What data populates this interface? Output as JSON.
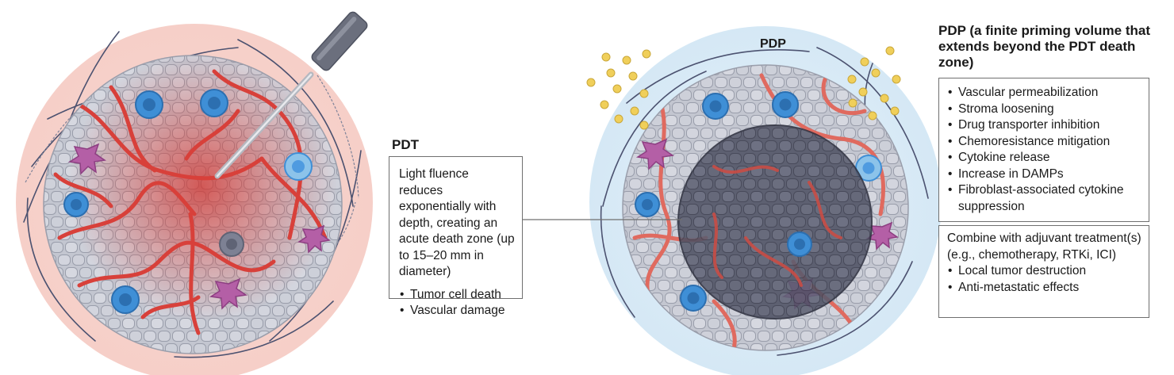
{
  "colors": {
    "tumor_cell": "#c9cbd4",
    "tumor_cell_edge": "#8e92a0",
    "vessel": "#d8403a",
    "immune_cell": "#3f8fd6",
    "dendritic_cell": "#b45fa6",
    "pdt_glow": "#f2c6c0",
    "pdp_glow": "#d8eaf6",
    "death_zone": "#55586a",
    "nanoparticle": "#f0cf5a",
    "box_border": "#6f6f6f"
  },
  "icons": {
    "laser_fiber": "laser-fiber-icon",
    "nanoparticles": "nanoparticle-icon",
    "immune_cells": "immune-cell-icon",
    "dendritic_cells": "dendritic-cell-icon"
  },
  "pdt": {
    "heading": "PDT",
    "description": "Light fluence reduces exponentially with depth, creating an acute death zone (up to 15–20 mm in diameter)",
    "effects": [
      "Tumor cell death",
      "Vascular damage"
    ]
  },
  "pdp": {
    "label": "PDP",
    "heading": "PDP (a finite priming volume that extends beyond the PDT death zone)",
    "effects": [
      "Vascular permeabilization",
      "Stroma loosening",
      "Drug transporter inhibition",
      "Chemoresistance mitigation",
      "Cytokine release",
      "Increase in DAMPs",
      "Fibroblast-associated cytokine suppression"
    ],
    "combine_text": "Combine with adjuvant treatment(s) (e.g., chemotherapy, RTKi, ICI)",
    "combine_effects": [
      "Local tumor destruction",
      "Anti-metastatic effects"
    ]
  }
}
